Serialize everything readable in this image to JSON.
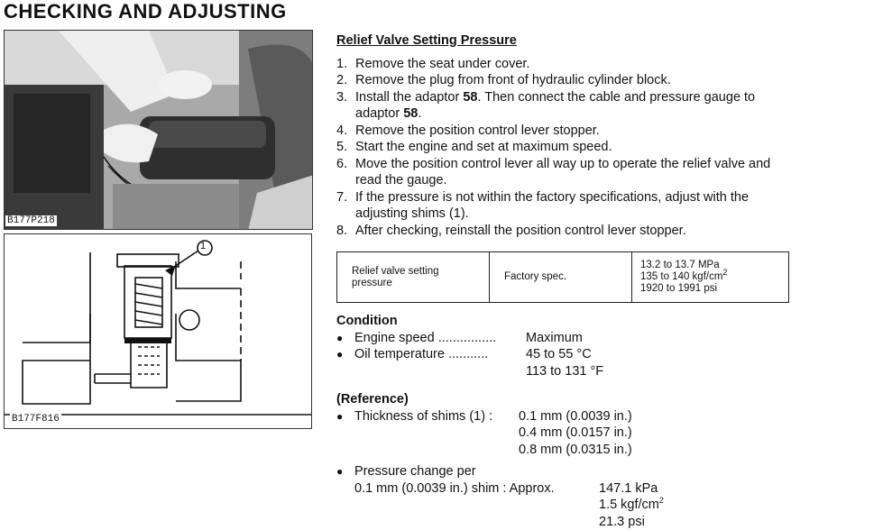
{
  "header": {
    "title": "CHECKING AND ADJUSTING"
  },
  "figures": {
    "photo_label": "B177P218",
    "diagram_label": "B177F816",
    "callout_number": "1"
  },
  "section": {
    "title": "Relief Valve Setting Pressure",
    "steps": [
      {
        "n": "1.",
        "parts": [
          {
            "t": "Remove the seat under cover."
          }
        ]
      },
      {
        "n": "2.",
        "parts": [
          {
            "t": "Remove the plug from front of hydraulic cylinder block."
          }
        ]
      },
      {
        "n": "3.",
        "parts": [
          {
            "t": "Install the adaptor "
          },
          {
            "t": "58",
            "b": true
          },
          {
            "t": ".  Then connect the cable and pressure gauge to adaptor "
          },
          {
            "t": "58",
            "b": true
          },
          {
            "t": "."
          }
        ]
      },
      {
        "n": "4.",
        "parts": [
          {
            "t": "Remove the position control lever stopper."
          }
        ]
      },
      {
        "n": "5.",
        "parts": [
          {
            "t": "Start the engine and set at maximum speed."
          }
        ]
      },
      {
        "n": "6.",
        "parts": [
          {
            "t": "Move the position control lever all way up to operate the relief valve and read the gauge."
          }
        ]
      },
      {
        "n": "7.",
        "parts": [
          {
            "t": "If the pressure is not within the factory specifications, adjust with the adjusting shims (1)."
          }
        ]
      },
      {
        "n": "8.",
        "parts": [
          {
            "t": "After checking, reinstall the position control lever stopper."
          }
        ]
      }
    ]
  },
  "spec_table": {
    "item": "Relief valve setting pressure",
    "kind": "Factory spec.",
    "values": [
      "13.2 to 13.7 MPa",
      "135 to 140 kgf/cm",
      "1920 to 1991 psi"
    ],
    "superscript": "2"
  },
  "condition": {
    "title": "Condition",
    "engine_label": "Engine speed ................",
    "engine_value": "Maximum",
    "oil_label": "Oil temperature ...........",
    "oil_value_c": "45 to 55 °C",
    "oil_value_f": "113 to 131 °F"
  },
  "reference": {
    "title": "(Reference)",
    "shims_label": "Thickness of shims (1) :",
    "shims_values": [
      "0.1 mm (0.0039 in.)",
      "0.4 mm (0.0157 in.)",
      "0.8 mm (0.0315 in.)"
    ],
    "pressure_label_1": "Pressure change per",
    "pressure_label_2": "0.1 mm (0.0039 in.) shim : Approx.",
    "pressure_values": [
      "147.1 kPa",
      "1.5 kgf/cm",
      "21.3 psi"
    ],
    "superscript": "2"
  }
}
